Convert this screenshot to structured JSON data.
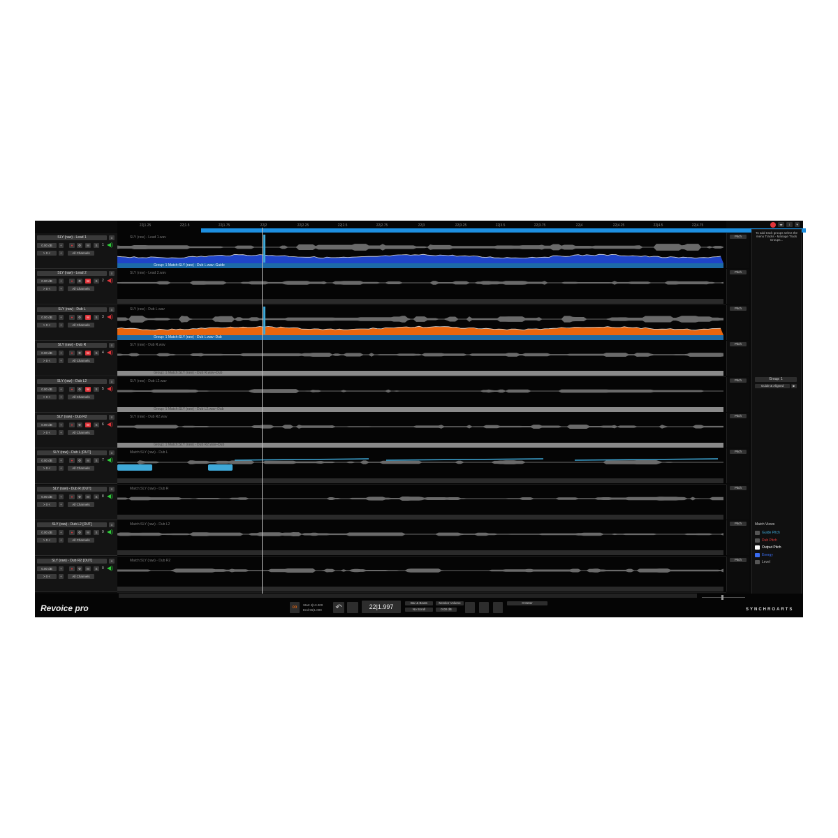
{
  "ruler": {
    "labels": [
      "22|1.25",
      "22|1.5",
      "22|1.75",
      "22|2",
      "22|2.25",
      "22|2.5",
      "22|2.75",
      "22|3",
      "22|3.25",
      "22|3.5",
      "22|3.75",
      "22|4",
      "22|4.25",
      "22|4.5",
      "22|4.75"
    ]
  },
  "tracks": [
    {
      "name": "SLY (raw) - Lead 1",
      "number": "1",
      "file": "SLY (raw) - Lead 1.wav",
      "muted": false,
      "speaker": "on",
      "group": "Group: 1    Match:SLY (raw) - Dub L.wav–Guide",
      "group_style": "blue",
      "fill": "#1f44c8",
      "pitch": "Pitch"
    },
    {
      "name": "SLY (raw) - Lead 2",
      "number": "2",
      "file": "SLY (raw) - Lead 2.wav",
      "muted": true,
      "speaker": "off",
      "group": "",
      "group_style": "dark",
      "fill": "",
      "pitch": "Pitch"
    },
    {
      "name": "SLY (raw) - Dub L",
      "number": "3",
      "file": "SLY (raw) - Dub L.wav",
      "muted": true,
      "speaker": "off",
      "group": "Group: 1    Match:SLY (raw) - Dub L.wav–Dub",
      "group_style": "blue",
      "fill": "#e8650f",
      "pitch": "Pitch"
    },
    {
      "name": "SLY (raw) - Dub R",
      "number": "4",
      "file": "SLY (raw) - Dub R.wav",
      "muted": true,
      "speaker": "off",
      "group": "Group: 1    Match:SLY (raw) - Dub R.wav–Dub",
      "group_style": "gray",
      "fill": "",
      "pitch": "Pitch"
    },
    {
      "name": "SLY (raw) - Dub L2",
      "number": "5",
      "file": "SLY (raw) - Dub L2.wav",
      "muted": true,
      "speaker": "off",
      "group": "Group: 1    Match:SLY (raw) - Dub L2.wav–Dub",
      "group_style": "gray",
      "fill": "",
      "pitch": "Pitch"
    },
    {
      "name": "SLY (raw) - Dub R2",
      "number": "6",
      "file": "SLY (raw) - Dub R2.wav",
      "muted": true,
      "speaker": "off",
      "group": "Group: 1    Match:SLY (raw) - Dub R2.wav–Dub",
      "group_style": "gray",
      "fill": "",
      "pitch": "Pitch"
    },
    {
      "name": "SLY (raw) - Dub L [OUT]",
      "number": "7",
      "file": "Match:SLY (raw) - Dub L",
      "muted": false,
      "speaker": "on",
      "group": "",
      "group_style": "dark",
      "fill": "",
      "pitch": "Pitch"
    },
    {
      "name": "SLY (raw) - Dub R [OUT]",
      "number": "8",
      "file": "Match:SLY (raw) - Dub R",
      "muted": false,
      "speaker": "on",
      "group": "",
      "group_style": "dark",
      "fill": "",
      "pitch": "Pitch"
    },
    {
      "name": "SLY (raw) - Dub L2 [OUT]",
      "number": "9",
      "file": "Match:SLY (raw) - Dub L2",
      "muted": false,
      "speaker": "on",
      "group": "",
      "group_style": "dark",
      "fill": "",
      "pitch": "Pitch"
    },
    {
      "name": "SLY (raw) - Dub R2 [OUT]",
      "number": "0",
      "file": "Match:SLY (raw) - Dub R2",
      "muted": false,
      "speaker": "on",
      "group": "",
      "group_style": "dark",
      "fill": "",
      "pitch": "Pitch"
    }
  ],
  "track_controls": {
    "gain": "0.00 dB",
    "offset": "> 0 <",
    "channels": "All Channels",
    "mute": "M",
    "solo": "S"
  },
  "right_panel": {
    "hint": "To add track groups select the menu Tracks - Manage Track Groups...",
    "group": "Group: 1",
    "mode": "Guide & Aligned",
    "match_views_title": "Match Views",
    "views": [
      {
        "label": "Guide Pitch",
        "color": "#3fa9d8"
      },
      {
        "label": "Dub Pitch",
        "color": "#d83a3a"
      },
      {
        "label": "Output Pitch",
        "color": "#ffffff"
      },
      {
        "label": "Energy",
        "color": "#3a6cf0"
      },
      {
        "label": "Level",
        "color": "#aaaaaa"
      }
    ]
  },
  "bottom": {
    "logo": "Revoice pro",
    "start_label": "Start",
    "start_value": "4|13.000",
    "end_label": "End",
    "end_value": "96|1.000",
    "position": "22|1.997",
    "time_format": "Bar & Beats",
    "scroll": "No Scroll",
    "monitor": "Monitor Volume",
    "volume": "0.00 dB",
    "meter": "0 Meter",
    "brand": "SYNCHROARTS"
  },
  "colors": {
    "accent_blue": "#1d8fe0",
    "energy_blue": "#1f44c8",
    "energy_orange": "#e8650f",
    "mute_red": "#e0343a",
    "speaker_green": "#2fcf3a"
  }
}
